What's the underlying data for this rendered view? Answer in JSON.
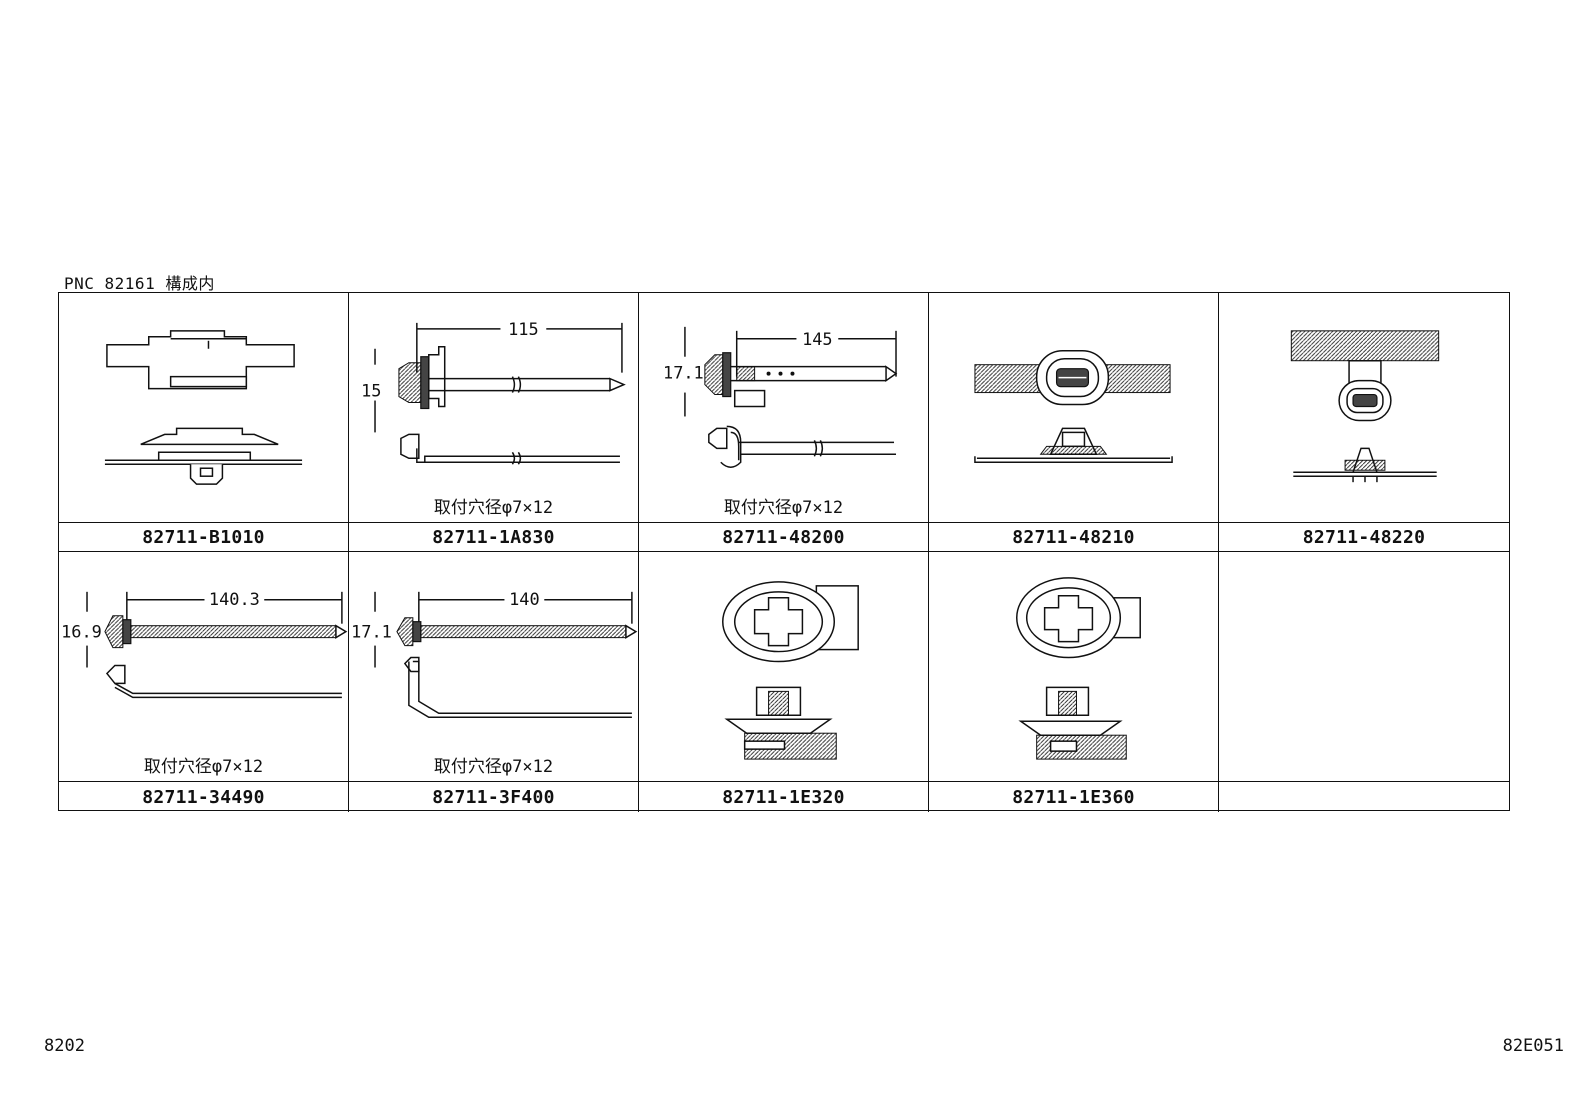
{
  "heading": "PNC 82161 構成内",
  "footer": {
    "left_code": "8202",
    "right_code": "82E051"
  },
  "row1": [
    {
      "part_no": "82711-B1010",
      "hole_note": ""
    },
    {
      "part_no": "82711-1A830",
      "hole_note": "取付穴径φ7×12",
      "dims": [
        "115",
        "15"
      ]
    },
    {
      "part_no": "82711-48200",
      "hole_note": "取付穴径φ7×12",
      "dims": [
        "145",
        "17.1"
      ]
    },
    {
      "part_no": "82711-48210",
      "hole_note": ""
    },
    {
      "part_no": "82711-48220",
      "hole_note": ""
    }
  ],
  "row2": [
    {
      "part_no": "82711-34490",
      "hole_note": "取付穴径φ7×12",
      "dims": [
        "140.3",
        "16.9"
      ]
    },
    {
      "part_no": "82711-3F400",
      "hole_note": "取付穴径φ7×12",
      "dims": [
        "140",
        "17.1"
      ]
    },
    {
      "part_no": "82711-1E320",
      "hole_note": ""
    },
    {
      "part_no": "82711-1E360",
      "hole_note": ""
    },
    {
      "part_no": "",
      "hole_note": ""
    }
  ]
}
